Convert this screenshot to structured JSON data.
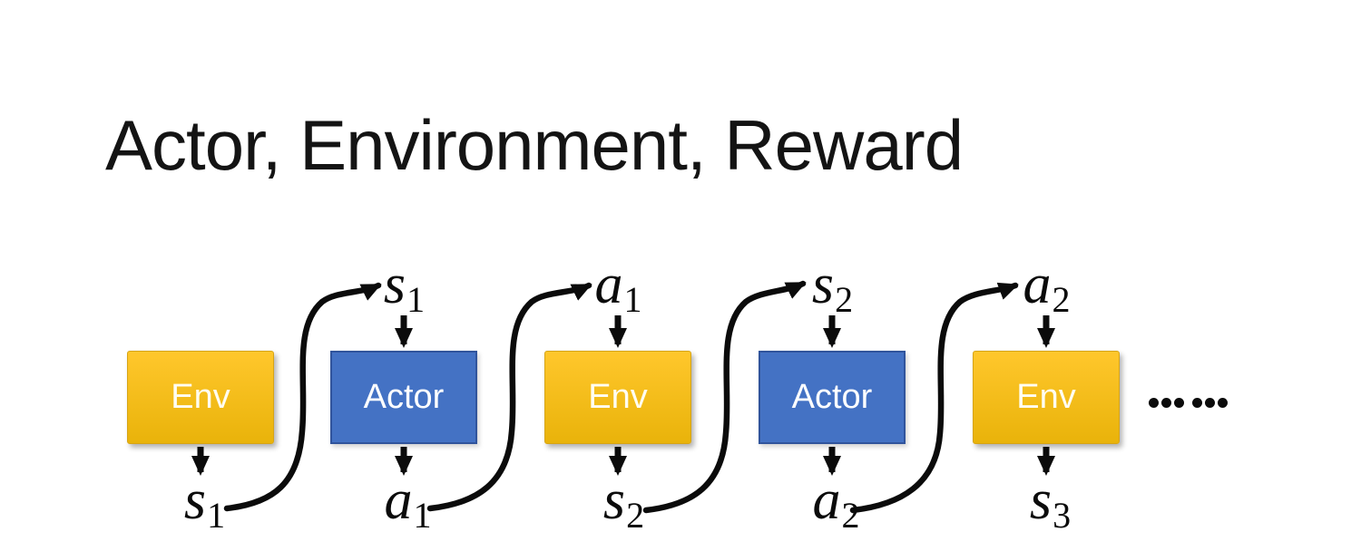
{
  "title": "Actor, Environment, Reward",
  "diagram": {
    "boxes": [
      {
        "label": "Env"
      },
      {
        "label": "Actor"
      },
      {
        "label": "Env"
      },
      {
        "label": "Actor"
      },
      {
        "label": "Env"
      }
    ],
    "top_labels": [
      {
        "base": "s",
        "sub": "1"
      },
      {
        "base": "a",
        "sub": "1"
      },
      {
        "base": "s",
        "sub": "2"
      },
      {
        "base": "a",
        "sub": "2"
      }
    ],
    "bottom_labels": [
      {
        "base": "s",
        "sub": "1"
      },
      {
        "base": "a",
        "sub": "1"
      },
      {
        "base": "s",
        "sub": "2"
      },
      {
        "base": "a",
        "sub": "2"
      },
      {
        "base": "s",
        "sub": "3"
      }
    ],
    "ellipsis": "……",
    "flows": [
      {
        "from": "s1",
        "to": "s1"
      },
      {
        "from": "a1",
        "to": "a1"
      },
      {
        "from": "s2",
        "to": "s2"
      },
      {
        "from": "a2",
        "to": "a2"
      }
    ],
    "colors": {
      "env-top": "#FFC72C",
      "env-bottom": "#E9B30A",
      "env-border": "#D6A416",
      "actor-fill": "#4472C4",
      "actor-border": "#30549C",
      "ink": "#0B0B0B",
      "title-color": "#141414"
    }
  }
}
